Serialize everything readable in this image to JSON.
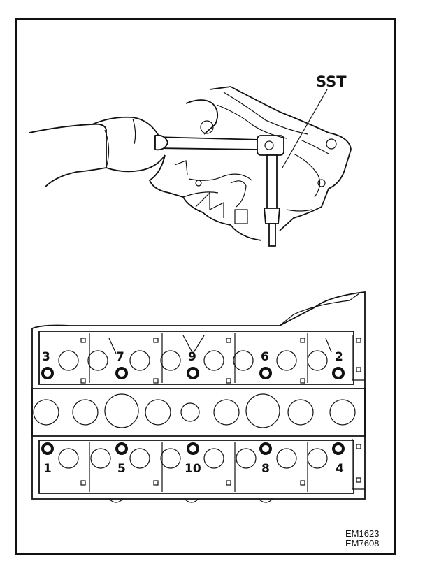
{
  "labels": {
    "sst": "SST",
    "figure_codes": [
      "EM1623",
      "EM7608"
    ]
  },
  "bolt_sequence": {
    "upper_row": [
      "3",
      "7",
      "9",
      "6",
      "2"
    ],
    "lower_row": [
      "1",
      "5",
      "10",
      "8",
      "4"
    ]
  }
}
